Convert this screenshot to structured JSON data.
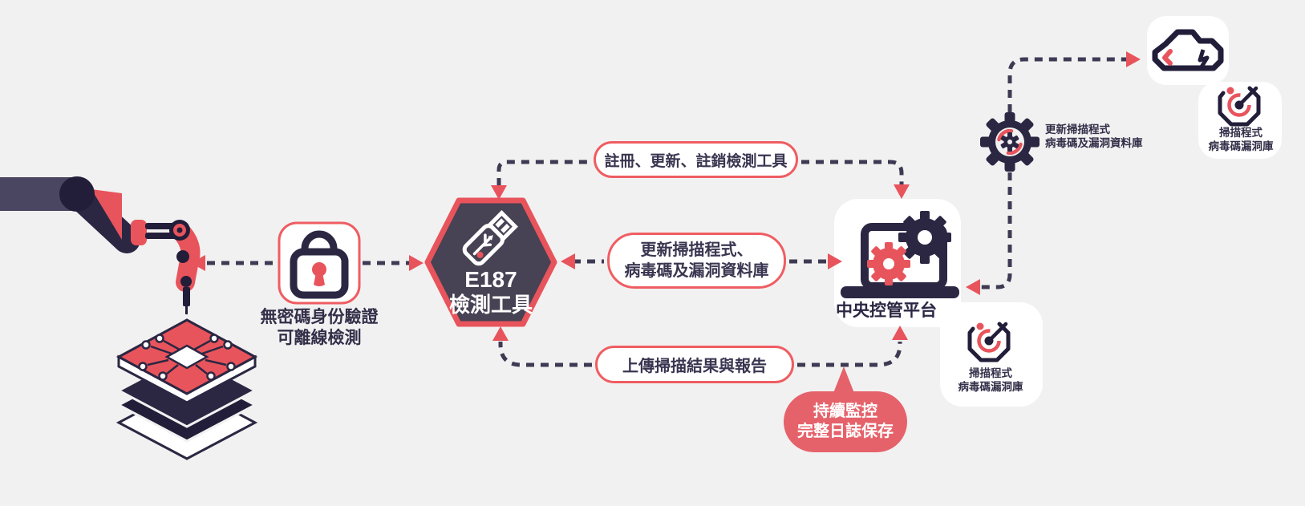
{
  "colors": {
    "background": "#f2f1f1",
    "accent_red": "#e8545c",
    "navy": "#2b2743",
    "hexagon_fill": "#474254",
    "bubble_red": "#e5626b"
  },
  "lock_card": {
    "line1": "無密碼身份驗證",
    "line2": "可離線檢測"
  },
  "tool_hexagon": {
    "title": "E187",
    "subtitle": "檢測工具"
  },
  "flow_labels": {
    "register": "註冊、更新、註銷檢測工具",
    "update_line1": "更新掃描程式、",
    "update_line2": "病毒碼及漏洞資料庫",
    "upload": "上傳掃描結果與報告"
  },
  "platform": {
    "label": "中央控管平台"
  },
  "monitor_bubble": {
    "line1": "持續監控",
    "line2": "完整日誌保存"
  },
  "update_gear": {
    "line1": "更新掃描程式",
    "line2": "病毒碼及漏洞資料庫"
  },
  "virus_db_top": {
    "line1": "掃描程式",
    "line2": "病毒碼漏洞庫"
  },
  "virus_db_side": {
    "line1": "掃描程式",
    "line2": "病毒碼漏洞庫"
  }
}
